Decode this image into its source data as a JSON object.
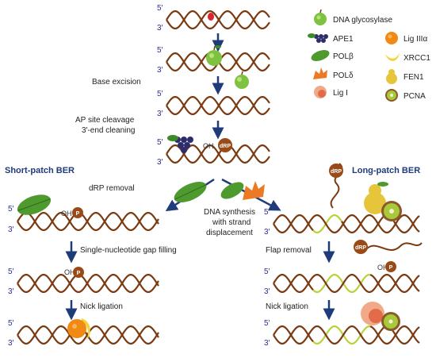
{
  "strands": {
    "five_prime": "5′",
    "three_prime": "3′"
  },
  "labels": {
    "base_excision": "Base excision",
    "ap_cleavage_1": "AP site cleavage",
    "ap_cleavage_2": "3′-end cleaning",
    "short_patch": "Short-patch BER",
    "long_patch": "Long-patch BER",
    "drp_removal": "dRP removal",
    "synthesis_1": "DNA synthesis",
    "synthesis_2": "with strand",
    "synthesis_3": "displacement",
    "gap_filling": "Single-nucleotide gap filling",
    "nick_ligation": "Nick ligation",
    "flap_removal": "Flap removal"
  },
  "chips": {
    "p": "P",
    "drp": "dRP",
    "oh": "OH"
  },
  "legend": [
    {
      "name": "DNA glycosylase",
      "icon": "green-apple-icon"
    },
    {
      "name": "APE1",
      "icon": "grapes-icon"
    },
    {
      "name": "POLβ",
      "icon": "green-leaf-icon"
    },
    {
      "name": "POLδ",
      "icon": "orange-leaf-icon"
    },
    {
      "name": "Lig I",
      "icon": "peach-icon"
    },
    {
      "name": "Lig IIIα",
      "icon": "orange-icon"
    },
    {
      "name": "XRCC1",
      "icon": "banana-icon"
    },
    {
      "name": "FEN1",
      "icon": "pear-icon"
    },
    {
      "name": "PCNA",
      "icon": "kiwi-icon"
    }
  ],
  "colors": {
    "dna": "#7a3b12",
    "new_dna": "#b9d23a",
    "arrow": "#1f3b7a",
    "lesion": "#d9262b",
    "chip": "#9a4a16"
  }
}
